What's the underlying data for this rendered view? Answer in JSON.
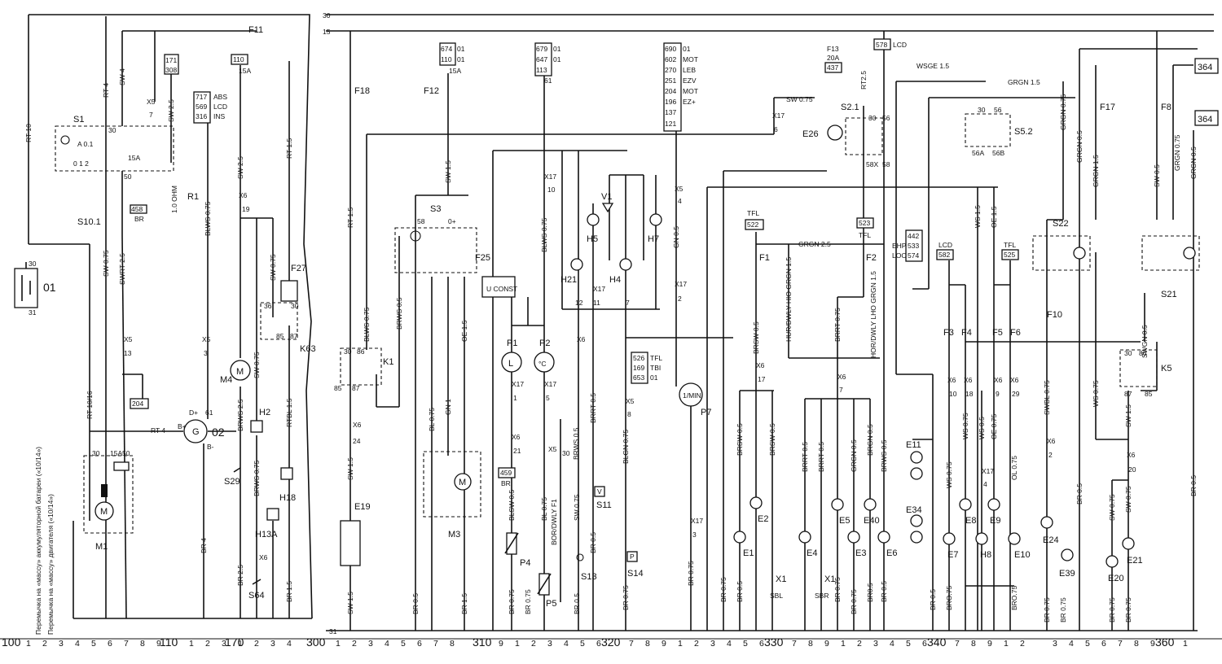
{
  "rails": {
    "top_30": "30",
    "top_15": "15",
    "bottom_31": "31"
  },
  "left_notes": {
    "note_1": "Перемычка на «массу» аккумуляторной батареи («10/14»)",
    "note_2": "Перемычка на «массу» двигателя («10/14»)"
  },
  "sections": [
    "100",
    "110",
    "170",
    "300",
    "310",
    "320",
    "330",
    "340",
    "360"
  ],
  "component_labels": {
    "S1": "S1",
    "R1": "R1",
    "S10": "S10.1",
    "O1": "01",
    "O2": "02",
    "M1": "M1",
    "M4": "M4",
    "H2": "H2",
    "S29": "S29",
    "H18": "H18",
    "H13A": "H13A",
    "S64": "S64",
    "K63": "K63",
    "F27": "F27",
    "F11": "F11",
    "F18": "F18",
    "F12": "F12",
    "K1": "K1",
    "E19": "E19",
    "S3": "S3",
    "F25": "F25",
    "M3": "M3",
    "P1": "P1",
    "P2": "P2",
    "P4": "P4",
    "P5": "P5",
    "H21": "H21",
    "H5": "H5",
    "V1": "V1",
    "H4": "H4",
    "H7": "H7",
    "S11": "S11",
    "S13": "S13",
    "S14": "S14",
    "P7": "P7",
    "E26": "E26",
    "S2": "S2.1",
    "F1": "F1",
    "F2": "F2",
    "E1": "E1",
    "E2": "E2",
    "E3": "E3",
    "E4": "E4",
    "E5": "E5",
    "E6": "E6",
    "E40": "E40",
    "X1a": "X1",
    "X1b": "X1",
    "E11": "E11",
    "E34": "E34",
    "S5": "S5.2",
    "F3": "F3",
    "F4": "F4",
    "F5": "F5",
    "F6": "F6",
    "E7": "E7",
    "E8": "E8",
    "H8": "H8",
    "E9": "E9",
    "E10": "E10",
    "S22": "S22",
    "F10": "F10",
    "F17": "F17",
    "F8": "F8",
    "S21": "S21",
    "K5": "K5",
    "E24": "E24",
    "E39": "E39",
    "E20": "E20",
    "E21": "E21"
  },
  "refs": {
    "r171": "171",
    "r308": "308",
    "r110": "110",
    "r15a": "15A",
    "r717": "717",
    "r569": "569",
    "r316": "316",
    "abs": "ABS",
    "lcd": "LCD",
    "ins": "INS",
    "r674": "674",
    "r110b": "110",
    "o1a": "01",
    "o1b": "01",
    "r679": "679",
    "r647": "647",
    "r113": "113",
    "o1c": "01",
    "o1d": "01",
    "r690": "690",
    "r602": "602",
    "r270": "270",
    "r251": "251",
    "r204": "204",
    "r196": "196",
    "r137": "137",
    "r121": "121",
    "o1e": "01",
    "mot": "MOT",
    "leb": "LEB",
    "ezv": "EZV",
    "mot2": "MOT",
    "ezp": "EZ+",
    "r437": "437",
    "f13": "F13",
    "amp20": "20A",
    "r578": "578",
    "lcd2": "LCD",
    "r364a": "364",
    "r364b": "364",
    "r204b": "204",
    "r458": "458",
    "r459": "459",
    "br": "BR",
    "br2": "BR",
    "tfl1": "TFL",
    "r522": "522",
    "r523": "523",
    "tfl2": "TFL",
    "r442": "442",
    "r533": "533",
    "r574": "574",
    "ehp": "EHP",
    "loo": "LOO",
    "lcd3": "LCD",
    "r582": "582",
    "tfl3": "TFL",
    "r525": "525",
    "r526": "526",
    "r169": "169",
    "r653": "653",
    "tfl4": "TFL",
    "tbi": "TBI",
    "o1f": "01",
    "ohm": "1.0 OHM",
    "const": "U CONST",
    "sbl": "SBL",
    "sbr": "SBR",
    "sw_s1_a": "A 0.1",
    "sw_s1_b": "0 1 2",
    "sw_s1_c": "15A",
    "m_p1": "L",
    "m_p2": "°C",
    "m_p7": "1/MIN",
    "s11_mark": "V",
    "s14_mark": "P"
  },
  "wire_labels": {
    "w1": "RT 10",
    "w2": "RT 4",
    "w3": "SW 4",
    "w4": "SW 2.5",
    "w5": "X5",
    "w6": "7",
    "w7": "SW 0.75",
    "w8": "SWRT 2.5",
    "w9": "X5",
    "w10": "13",
    "w11": "RT 10/16",
    "w12": "RT 4",
    "w13": "BLWS 0.75",
    "w14": "X5",
    "w15": "3",
    "w16": "SW 2.5",
    "w17": "X6",
    "w18": "19",
    "w19": "SW 0.75",
    "w20": "BRWS 2.5",
    "w21": "SW 0.75",
    "w22": "BRWS 0.75",
    "w23": "BR 4",
    "w24": "BR 2.5",
    "w25": "BR 1.5",
    "w26": "RT 1.5",
    "w27": "RTBL 1.5",
    "w28": "X6",
    "w29": "RT 1.5",
    "w30": "BLWS 0.75",
    "w31": "BRWS 0.5",
    "w32": "X6",
    "w33": "24",
    "w34": "SW 1.5",
    "w35": "SW 1.5",
    "w36": "BR 0.5",
    "w37": "BL 0.75",
    "w38": "GN 1",
    "w39": "OE 1.5",
    "w40": "BR 1.5",
    "w41": "BLWS 0.75",
    "w42": "X17",
    "w43": "10",
    "w44": "X17",
    "w45": "1",
    "w46": "X17",
    "w47": "5",
    "w48": "X6",
    "w49": "21",
    "w50": "BLSW 0.5",
    "w51": "BL 0.75",
    "w52": "BOR/DWLY F1",
    "w53": "BR 0.75",
    "w54": "BR 0.75",
    "w55": "X5",
    "w56": "30",
    "w57": "BRWS 0.5",
    "w58": "BRRT 0.5",
    "w59": "BR 0.5",
    "w60": "BLGN 0.75",
    "w61": "BR 0.75",
    "w62": "X5",
    "w63": "8",
    "w64": "X5",
    "w65": "4",
    "w66": "GN 0.5",
    "w67": "X17",
    "w68": "2",
    "w69": "X17",
    "w70": "3",
    "w71": "BR 0.75",
    "w72": "X6",
    "w73": "12",
    "w74": "X17",
    "w75": "11",
    "w76": "7",
    "w77": "SW 0.75",
    "w78": "X17",
    "w79": "6",
    "w80": "RT2.5",
    "w81": "WSGE 1.5",
    "w82": "GRGN 1.5",
    "w83": "GRGN 2.5",
    "w84": "BRSW 0.5",
    "w85": "X6",
    "w86": "17",
    "w87": "BRSW 0.5",
    "w88": "BRSW 0.5",
    "w89": "BR 0.75",
    "w90": "BR 0.5",
    "w91": "HUR/DWLY HIO GRGN 1.5",
    "w92": "BRRT 0.75",
    "w93": "HOR/DWLY LHO GRGN 1.5",
    "w94": "X6",
    "w95": "7",
    "w96": "BRRT 0.5",
    "w97": "BRRT 0.5",
    "w98": "GRGN 0.5",
    "w99": "BRGN 0.5",
    "w100": "BRWS 0.5",
    "w101": "BR 0.5",
    "w102": "BR 0.75",
    "w103": "BR 0.75",
    "w104": "BR0.5",
    "w105": "BR 0.75",
    "w106": "BR 0.5",
    "w107": "WS 1.5",
    "w108": "OE 1.5",
    "w109": "X6",
    "w110": "10",
    "w111": "X6",
    "w112": "18",
    "w113": "X6",
    "w114": "9",
    "w115": "X6",
    "w116": "29",
    "w117": "WS 0.75",
    "w118": "WS 0.75",
    "w119": "WS 0.5",
    "w120": "OE 0.75",
    "w121": "OL 0.75",
    "w122": "X17",
    "w123": "4",
    "w124": "BRO.75",
    "w125": "BRO.75",
    "w126": "GRGN 0.75",
    "w127": "GRGN 0.5",
    "w128": "GRGN 1.5",
    "w129": "SW 0.5",
    "w130": "GRGN 0.5",
    "w131": "SWBL 0.75",
    "w132": "X6",
    "w133": "2",
    "w134": "BR 0.75",
    "w135": "BR 0.5",
    "w136": "SWGN 0.5",
    "w137": "WS 0.75",
    "w138": "SW 1.5",
    "w139": "X6",
    "w140": "20",
    "w141": "SW 0.75",
    "w142": "SW 0.75",
    "w143": "BR 0.75",
    "w144": "BR 0.75",
    "w145": "BR 0.5",
    "w146": "BR 0.75",
    "w147": "BR 0.75",
    "w148": "GRGN 0.75",
    "w149": "BR 0.5",
    "w150": "SW 0.75",
    "w151": "BLWS 0.75",
    "w152": "BR 0.75",
    "w153": "BR 0.75"
  },
  "terminals": {
    "t30": "30",
    "t15a": "15A",
    "t50": "50",
    "t50b": "50",
    "t31": "31",
    "t30b": "30",
    "t86": "86",
    "t85": "85",
    "t87": "87",
    "t30c": "30",
    "t87b": "87",
    "t85b": "85",
    "t86b": "86",
    "t36": "36",
    "t30d": "30",
    "t85c": "85",
    "t87c": "87",
    "t30e": "30",
    "t56": "56",
    "t56b": "56",
    "t58": "58",
    "t58b": "58X",
    "t56a": "56A",
    "t56b2": "56B",
    "t61": "61",
    "tdp": "D+",
    "tbp": "B+",
    "tbm": "B-",
    "t58c": "58",
    "t0p": "0+"
  },
  "scale": [
    "1",
    "2",
    "3",
    "4",
    "5",
    "6",
    "7",
    "8",
    "9",
    "1",
    "2",
    "3",
    "1",
    "2",
    "3",
    "4",
    "1",
    "2",
    "3",
    "4",
    "5",
    "6",
    "7",
    "8",
    "9",
    "1",
    "2",
    "3",
    "4",
    "5",
    "6",
    "7",
    "8",
    "9",
    "1",
    "2",
    "3",
    "4",
    "5",
    "6",
    "7",
    "8",
    "9",
    "1",
    "2",
    "3",
    "4",
    "5",
    "6",
    "7",
    "8",
    "9",
    "1",
    "2",
    "3",
    "4",
    "5",
    "6",
    "7",
    "8",
    "9",
    "1",
    "2"
  ]
}
